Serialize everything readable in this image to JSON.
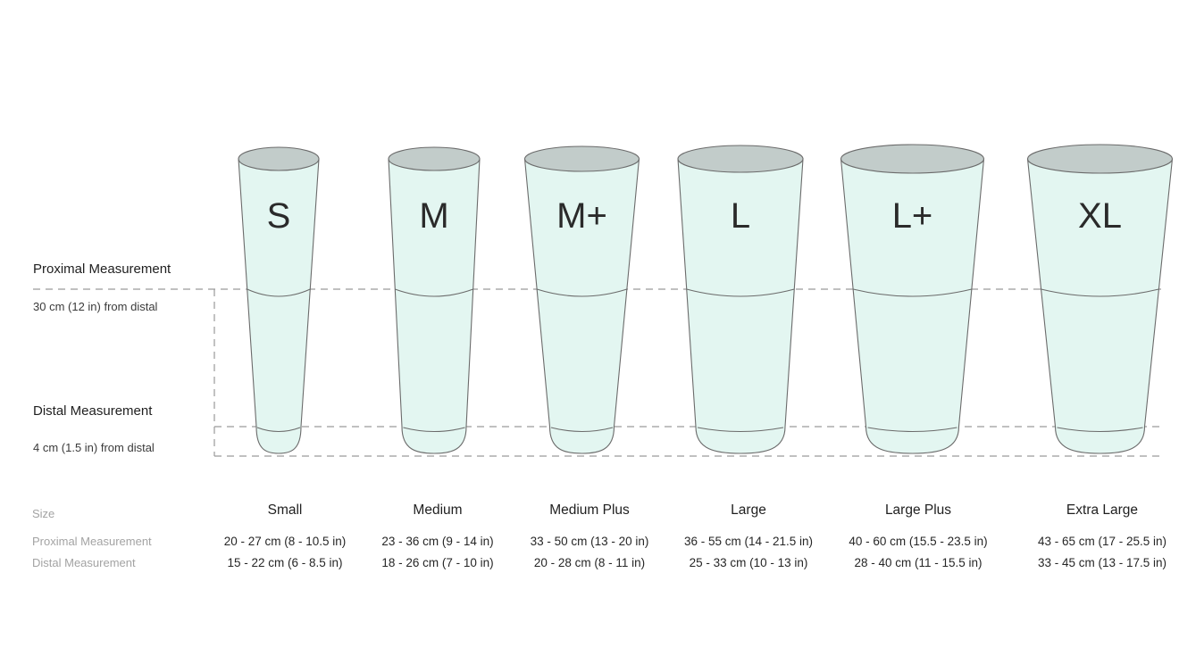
{
  "labels": {
    "proximal_title": "Proximal Measurement",
    "proximal_sub": "30 cm (12 in) from distal",
    "distal_title": "Distal Measurement",
    "distal_sub": "4 cm (1.5 in) from distal"
  },
  "row_headers": {
    "size": "Size",
    "proximal": "Proximal Measurement",
    "distal": "Distal Measurement"
  },
  "colors": {
    "liner_fill": "#e3f6f1",
    "liner_top": "#c2ccca",
    "outline": "#6b6b6b",
    "dashed": "#9a9a9a"
  },
  "sizes": [
    {
      "letter": "S",
      "name": "Small",
      "proximal": "20 - 27 cm (8 - 10.5 in)",
      "distal": "15 - 22 cm (6 - 8.5 in)"
    },
    {
      "letter": "M",
      "name": "Medium",
      "proximal": "23 - 36 cm (9 - 14 in)",
      "distal": "18 - 26 cm (7 - 10 in)"
    },
    {
      "letter": "M+",
      "name": "Medium Plus",
      "proximal": "33 - 50 cm (13 - 20 in)",
      "distal": "20 - 28 cm (8 - 11 in)"
    },
    {
      "letter": "L",
      "name": "Large",
      "proximal": "36 - 55 cm (14 - 21.5 in)",
      "distal": "25 - 33 cm (10 - 13 in)"
    },
    {
      "letter": "L+",
      "name": "Large Plus",
      "proximal": "40 - 60 cm (15.5 - 23.5 in)",
      "distal": "28 - 40 cm (11 - 15.5 in)"
    },
    {
      "letter": "XL",
      "name": "Extra Large",
      "proximal": "43 - 65 cm (17 - 25.5 in)",
      "distal": "33 - 45 cm (13 - 17.5 in)"
    }
  ]
}
